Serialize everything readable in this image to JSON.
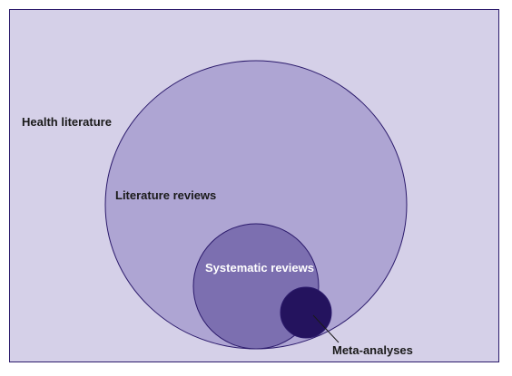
{
  "diagram": {
    "sets": [
      {
        "id": "health",
        "label": "Health literature",
        "fill": "#d5d0e8",
        "label_color": "#1a1a1a"
      },
      {
        "id": "literature",
        "label": "Literature reviews",
        "fill": "#ae a5d3",
        "label_color": "#1a1a1a"
      },
      {
        "id": "systematic",
        "label": "Systematic reviews",
        "fill": "#7c6fb0",
        "label_color": "#ffffff"
      },
      {
        "id": "meta",
        "label": "Meta-analyses",
        "fill": "#24135e",
        "label_color": "#1a1a1a"
      }
    ],
    "outline_color": "#2b1a6b"
  }
}
